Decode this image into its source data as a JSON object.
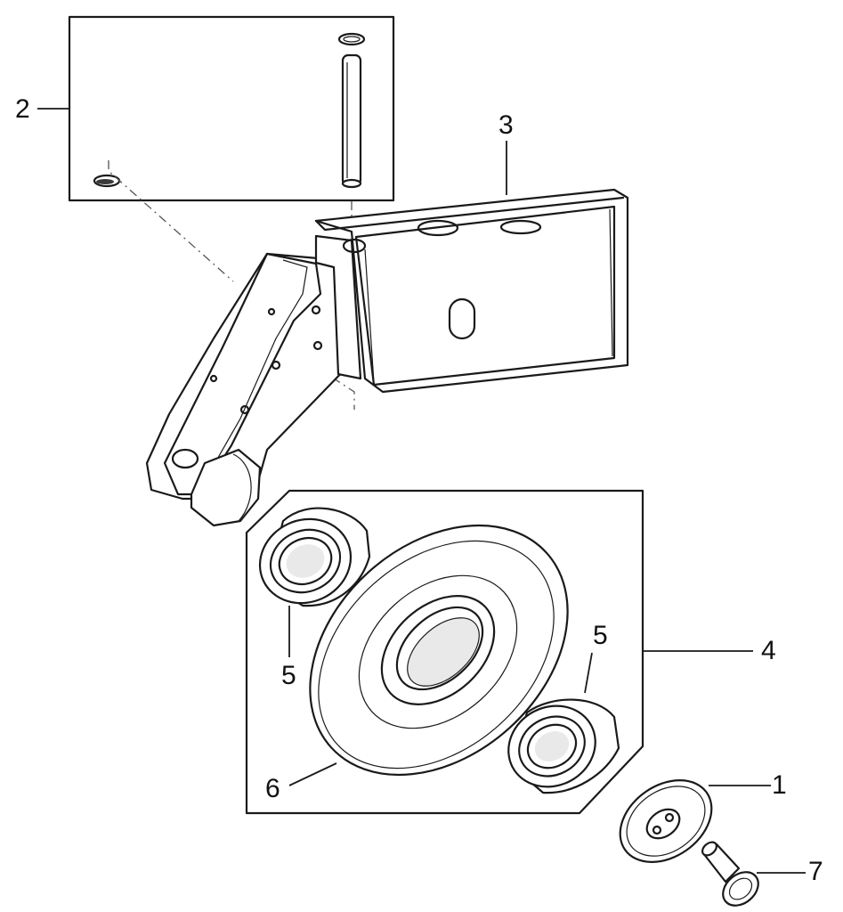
{
  "callouts": {
    "c1": "1",
    "c2": "2",
    "c3": "3",
    "c4": "4",
    "c5a": "5",
    "c5b": "5",
    "c6": "6",
    "c7": "7"
  },
  "parts": [
    {
      "id": "1",
      "icon": "washer-icon"
    },
    {
      "id": "2",
      "icon": "pin-with-clips-icon"
    },
    {
      "id": "3",
      "icon": "housing-bracket-icon"
    },
    {
      "id": "4",
      "icon": "wheel-assembly-icon"
    },
    {
      "id": "5",
      "icon": "bearing-icon"
    },
    {
      "id": "6",
      "icon": "wheel-disc-icon"
    },
    {
      "id": "7",
      "icon": "bolt-icon"
    }
  ]
}
